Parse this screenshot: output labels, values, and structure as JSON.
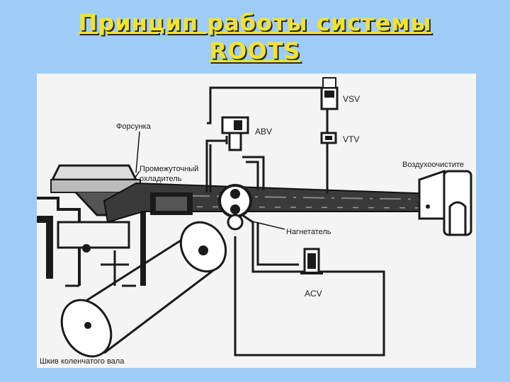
{
  "title": {
    "line1": "Принцип работы системы",
    "line2": "ROOTS"
  },
  "labels": {
    "injector": "Форсунка",
    "intercooler_1": "Промежуточный",
    "intercooler_2": "охладитель",
    "abv": "ABV",
    "vsv": "VSV",
    "vtv": "VTV",
    "air_cleaner": "Воздухоочистите",
    "supercharger": "Нагнетатель",
    "acv": "ACV",
    "crank_pulley": "Шкив коленчатого вала"
  }
}
